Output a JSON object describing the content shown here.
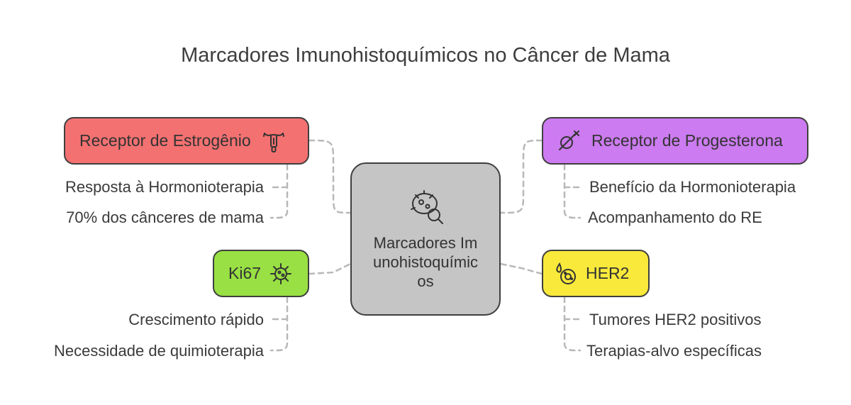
{
  "title": "Marcadores Imunohistoquímicos no Câncer de Mama",
  "center": {
    "label": "Marcadores Imunohistoquímicos",
    "icon": "microbe-search-icon"
  },
  "branches": {
    "er": {
      "label": "Receptor de Estrogênio",
      "color": "#f47171",
      "icon": "uterus-icon",
      "items": [
        "Resposta à Hormonioterapia",
        "70% dos cânceres de mama"
      ]
    },
    "pr": {
      "label": "Receptor de Progesterona",
      "color": "#cc7bf0",
      "icon": "female-symbol-crossed-icon",
      "items": [
        "Benefício da Hormonioterapia",
        "Acompanhamento do RE"
      ]
    },
    "ki": {
      "label": "Ki67",
      "color": "#98e043",
      "icon": "virus-icon",
      "items": [
        "Crescimento rápido",
        "Necessidade de quimioterapia"
      ]
    },
    "her": {
      "label": "HER2",
      "color": "#f9e93b",
      "icon": "cell-drop-icon",
      "items": [
        "Tumores HER2 positivos",
        "Terapias-alvo específicas"
      ]
    }
  }
}
